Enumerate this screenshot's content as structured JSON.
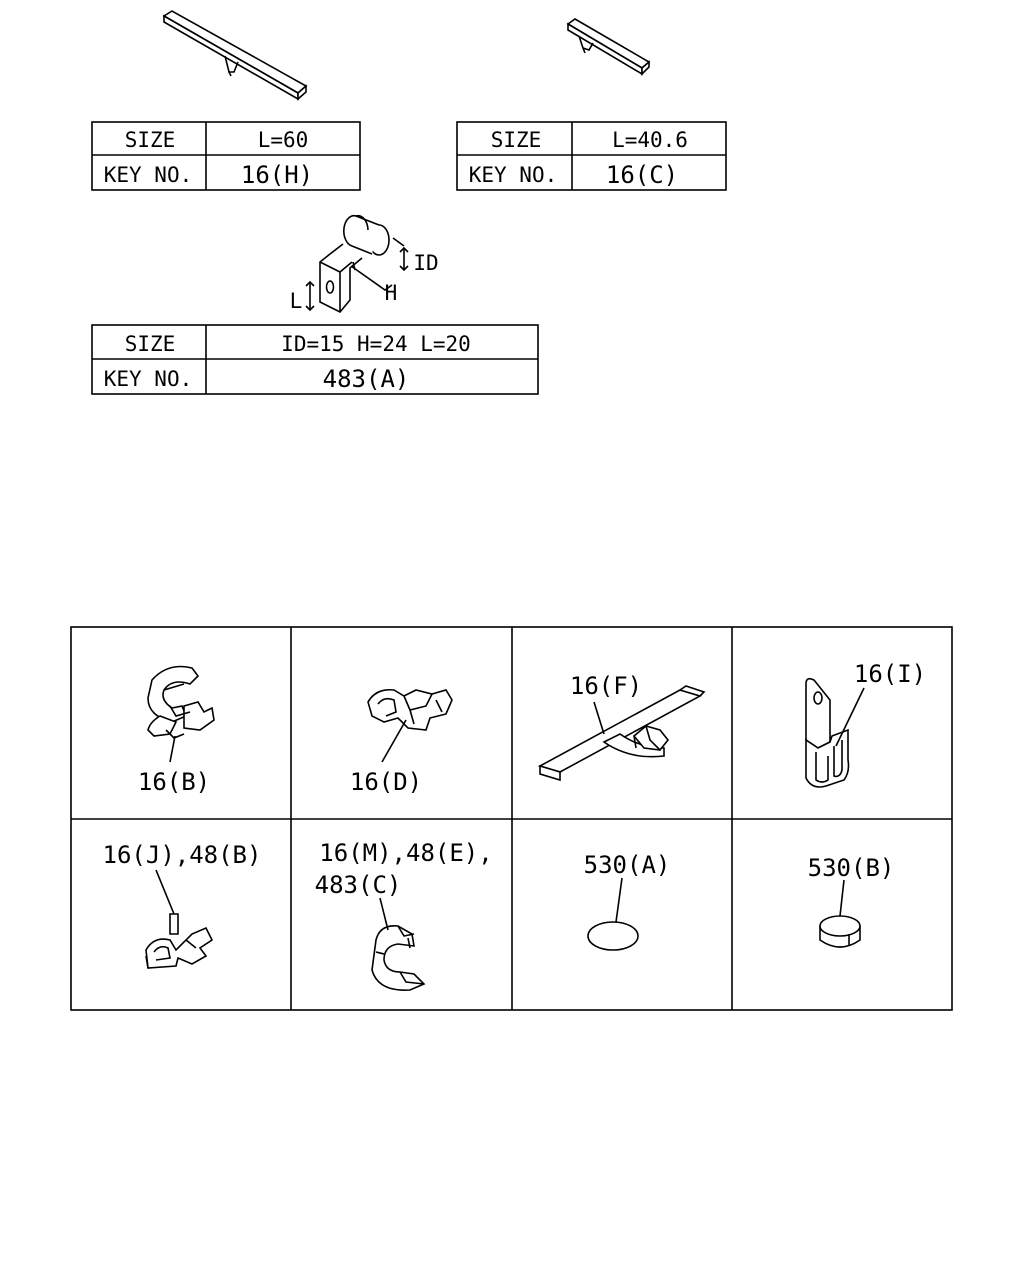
{
  "spec_tables": [
    {
      "id": "table-16h",
      "size_label": "SIZE",
      "size_value": "L=60",
      "key_label": "KEY NO.",
      "key_value": "16(H)"
    },
    {
      "id": "table-16c",
      "size_label": "SIZE",
      "size_value": "L=40.6",
      "key_label": "KEY NO.",
      "key_value": "16(C)"
    },
    {
      "id": "table-483a",
      "size_label": "SIZE",
      "size_value": "ID=15 H=24 L=20",
      "key_label": "KEY NO.",
      "key_value": "483(A)"
    }
  ],
  "bracket_dimensions": {
    "id": "ID",
    "h": "H",
    "l": "L"
  },
  "grid_parts": [
    {
      "label_lines": [
        "16(B)"
      ]
    },
    {
      "label_lines": [
        "16(D)"
      ]
    },
    {
      "label_lines": [
        "16(F)"
      ]
    },
    {
      "label_lines": [
        "16(I)"
      ]
    },
    {
      "label_lines": [
        "16(J),48(B)"
      ]
    },
    {
      "label_lines": [
        "16(M),48(E),",
        "483(C)"
      ]
    },
    {
      "label_lines": [
        "530(A)"
      ]
    },
    {
      "label_lines": [
        "530(B)"
      ]
    }
  ]
}
